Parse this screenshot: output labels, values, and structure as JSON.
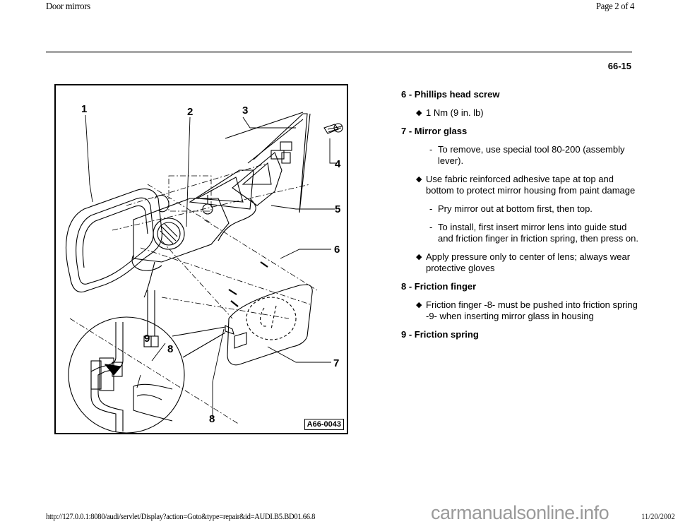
{
  "header": {
    "title": "Door mirrors",
    "page_indicator": "Page 2 of 4"
  },
  "page_number": "66-15",
  "figure": {
    "id": "A66-0043",
    "callouts": [
      "1",
      "2",
      "3",
      "4",
      "5",
      "6",
      "7",
      "8",
      "9",
      "8"
    ]
  },
  "items": [
    {
      "heading": "6 - Phillips head screw",
      "entries": [
        {
          "type": "bullet",
          "text": "1 Nm (9 in. lb)"
        }
      ]
    },
    {
      "heading": "7 - Mirror glass",
      "entries": [
        {
          "type": "dash",
          "text": "To remove, use special tool 80-200 (assembly lever)."
        },
        {
          "type": "bullet",
          "text": "Use fabric reinforced adhesive tape at top and bottom to protect mirror housing from paint damage"
        },
        {
          "type": "dash",
          "text": "Pry mirror out at bottom first, then top."
        },
        {
          "type": "dash",
          "text": "To install, first insert mirror lens into guide stud and friction finger in friction spring, then press on."
        },
        {
          "type": "bullet",
          "text": "Apply pressure only to center of lens; always wear protective gloves"
        }
      ]
    },
    {
      "heading": "8 - Friction finger",
      "entries": [
        {
          "type": "bullet",
          "text": "Friction finger -8- must be pushed into friction spring -9- when inserting mirror glass in housing"
        }
      ]
    },
    {
      "heading": "9 - Friction spring",
      "entries": []
    }
  ],
  "icons": {
    "bullet": "diamond-icon",
    "bullet_glyph": "◆",
    "dash_glyph": "-"
  },
  "footer": {
    "url": "http://127.0.0.1:8080/audi/servlet/Display?action=Goto&type=repair&id=AUDI.B5.BD01.66.8",
    "watermark": "carmanualsonline.info",
    "date": "11/20/2002"
  },
  "colors": {
    "rule": "#a8a8a8",
    "watermark": "#9a9a9a"
  }
}
